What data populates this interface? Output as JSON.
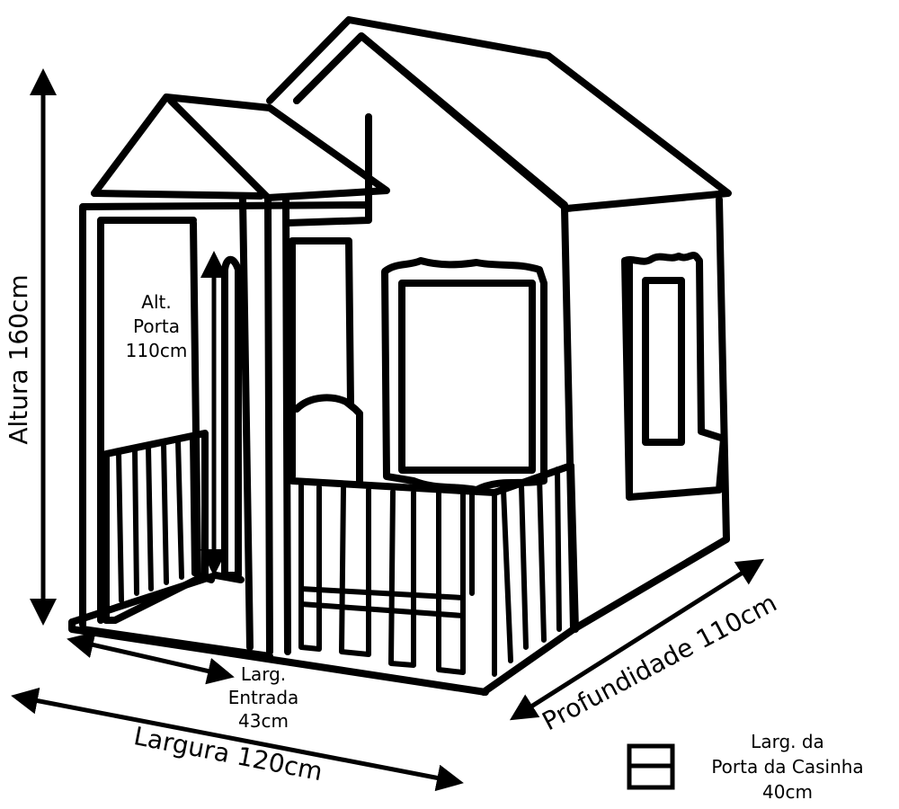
{
  "dimensions": {
    "height": "Altura 160cm",
    "width": "Largura 120cm",
    "depth": "Profundidade 110cm",
    "door_height": [
      "Alt.",
      "Porta",
      "110cm"
    ],
    "entry_width": [
      "Larg.",
      "Entrada",
      "43cm"
    ]
  },
  "legend": {
    "lines": [
      "Larg. da",
      "Porta da Casinha",
      "40cm"
    ]
  }
}
